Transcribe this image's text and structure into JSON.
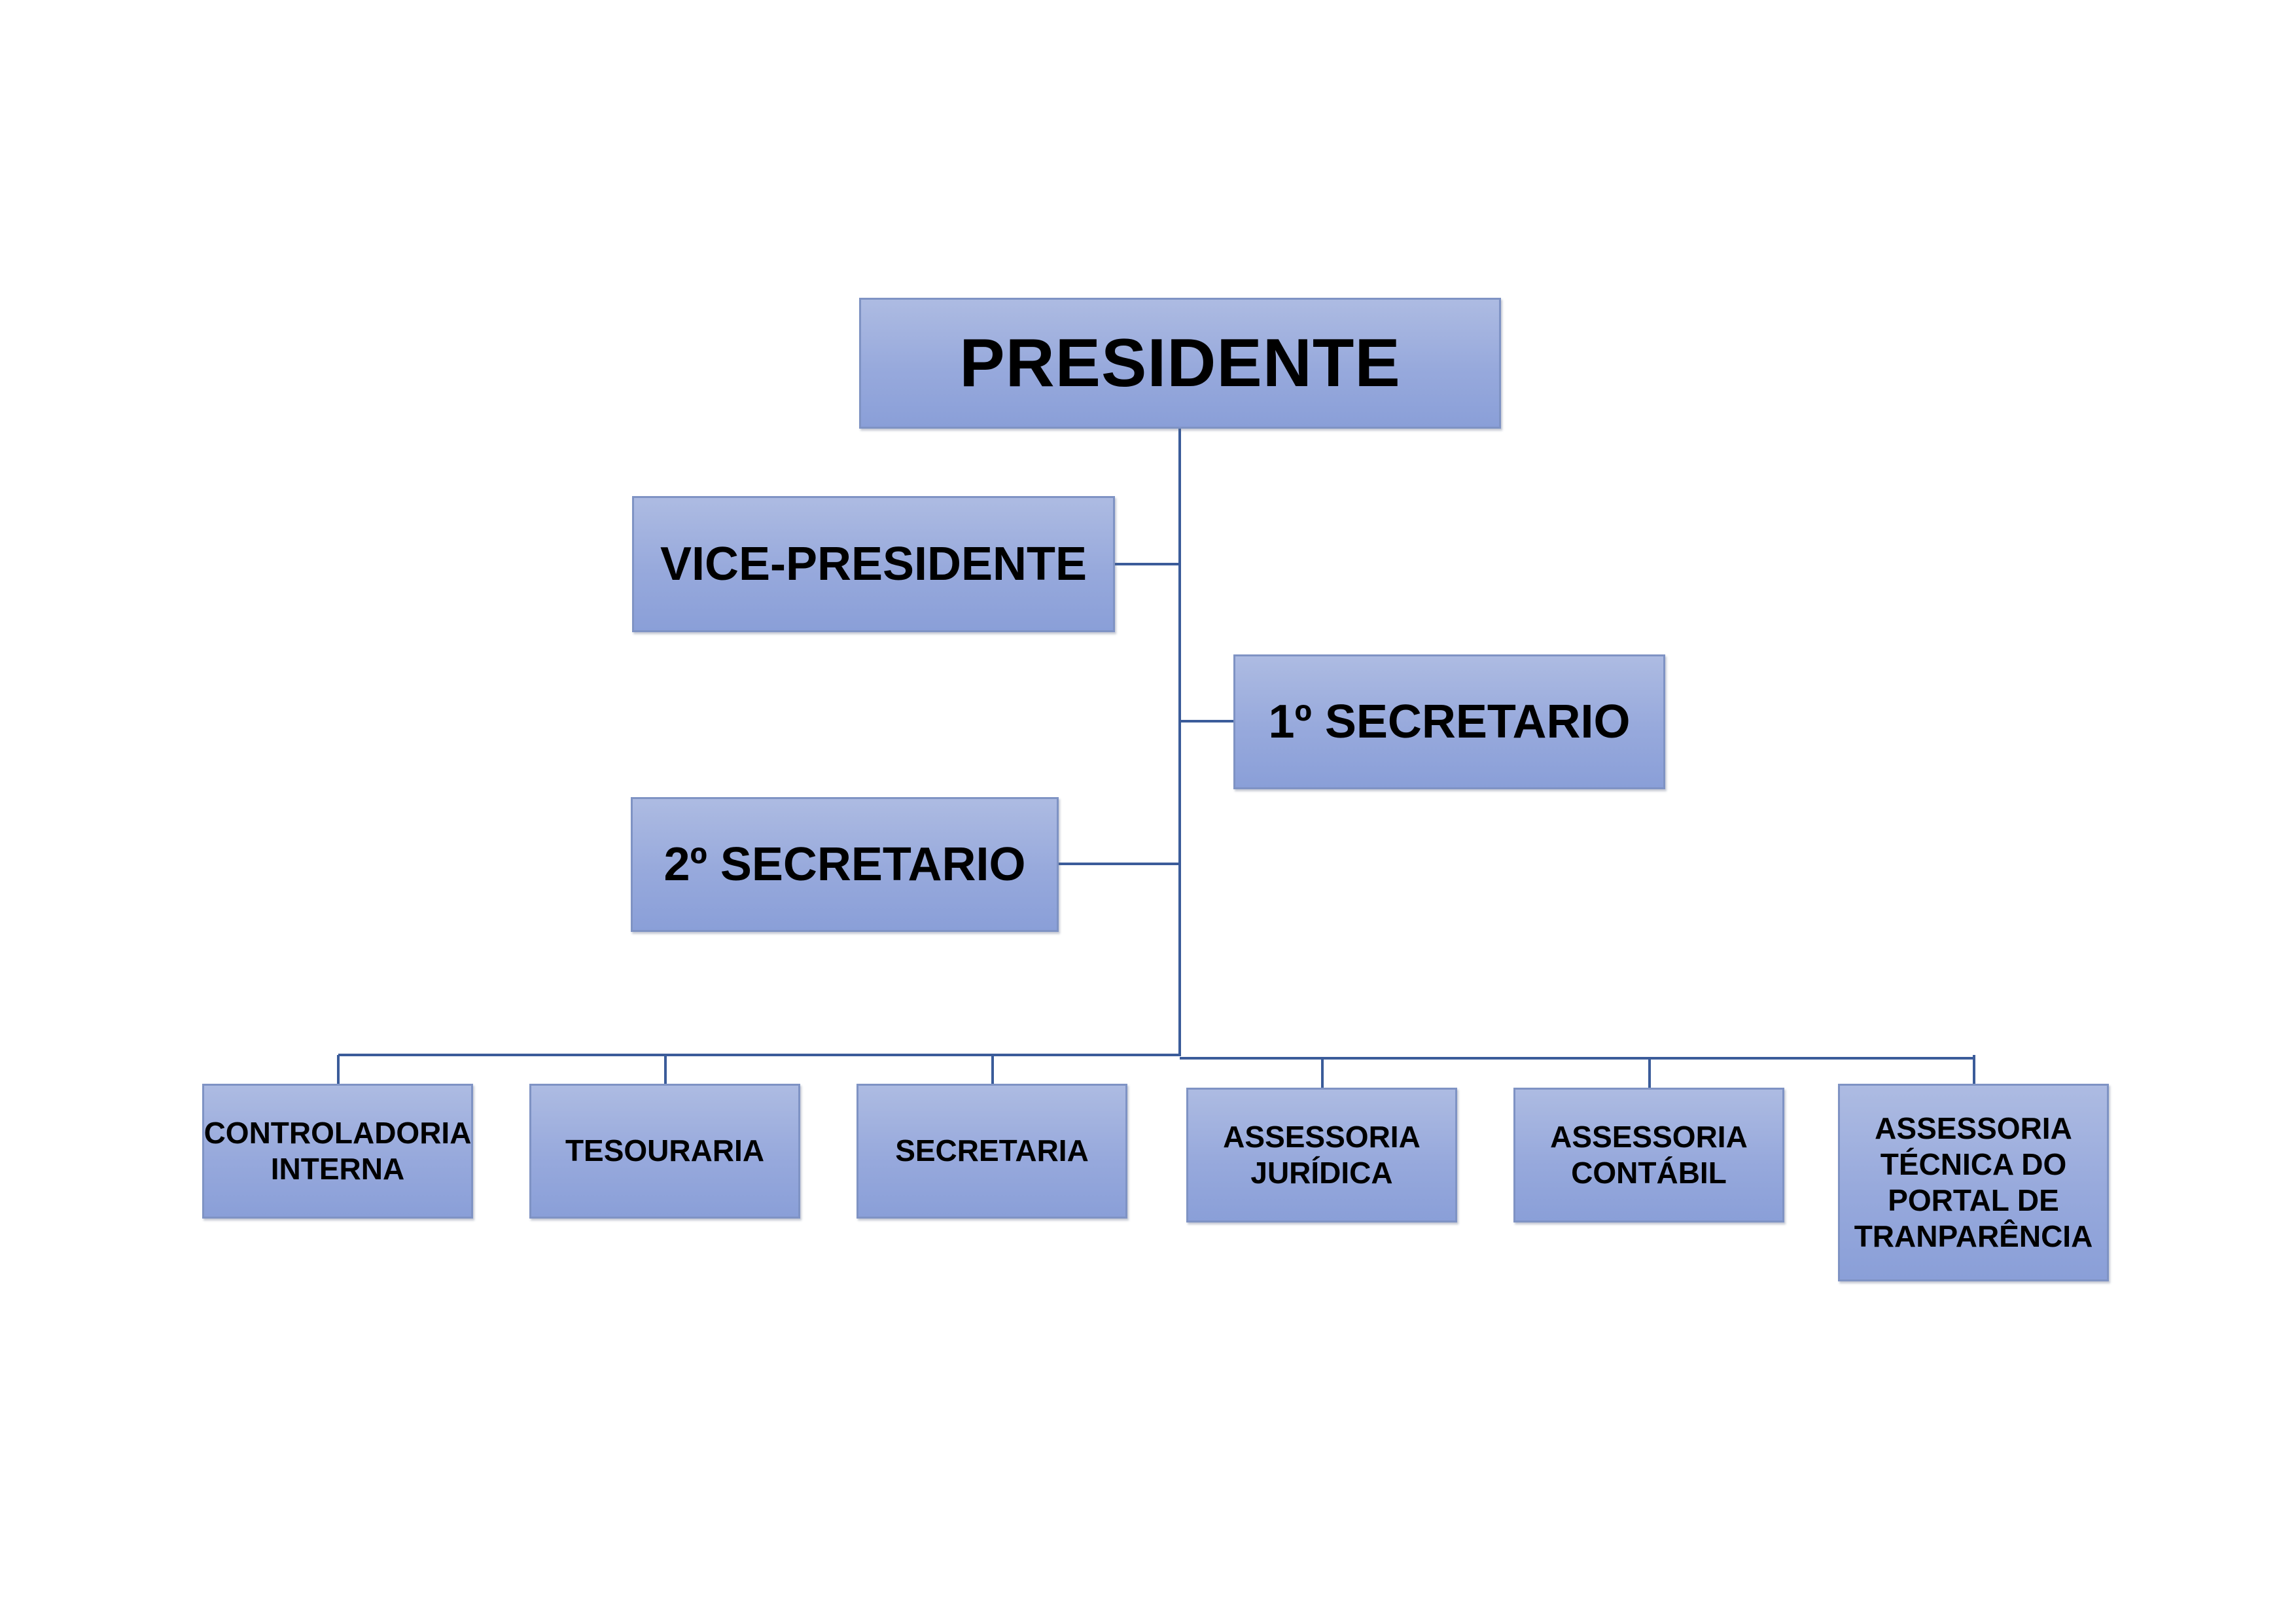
{
  "org_chart": {
    "president": "PRESIDENTE",
    "vice_president": "VICE-PRESIDENTE",
    "first_secretary": "1º SECRETARIO",
    "second_secretary": "2º SECRETARIO",
    "departments": [
      "CONTROLADORIA\nINTERNA",
      "TESOURARIA",
      "SECRETARIA",
      "ASSESSORIA\nJURÍDICA",
      "ASSESSORIA\nCONTÁBIL",
      "ASSESSORIA\nTÉCNICA DO\nPORTAL DE\nTRANPARÊNCIA"
    ]
  },
  "colors": {
    "box_fill_top": "#adbbe2",
    "box_fill_bottom": "#8a9fd8",
    "box_border": "#7f93c4",
    "connector": "#3b5c9a"
  }
}
